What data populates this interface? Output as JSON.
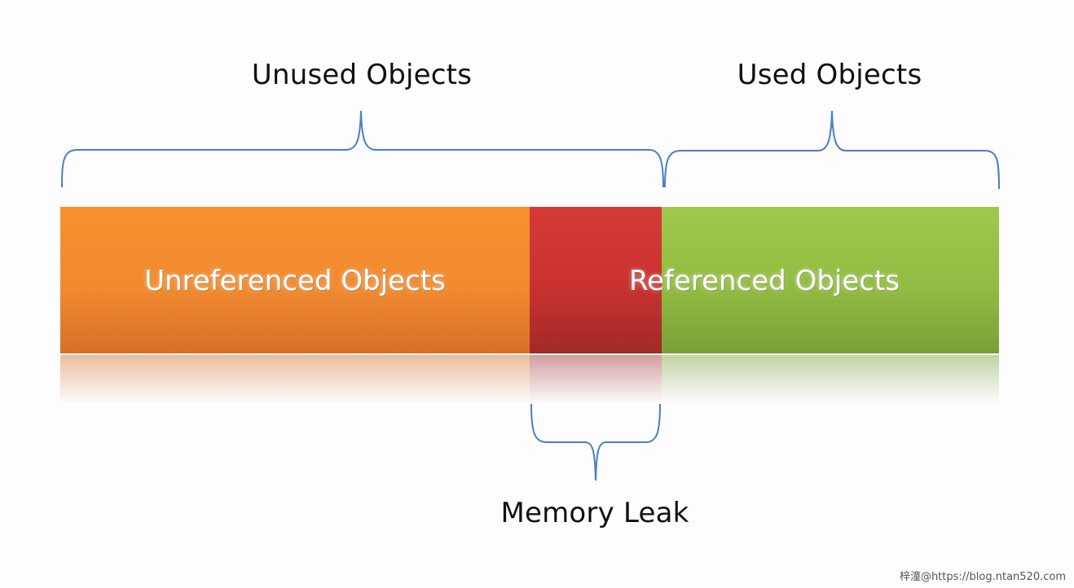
{
  "labels": {
    "unused_objects": "Unused Objects",
    "used_objects": "Used Objects",
    "memory_leak": "Memory Leak"
  },
  "segments": {
    "unreferenced": "Unreferenced Objects",
    "referenced": "Referenced Objects"
  },
  "colors": {
    "unreferenced": "#f18a2f",
    "memory_leak": "#c8322f",
    "referenced": "#92bb42",
    "brace": "#4a7ec7"
  },
  "watermark": "梓潼@https://blog.ntan520.com"
}
